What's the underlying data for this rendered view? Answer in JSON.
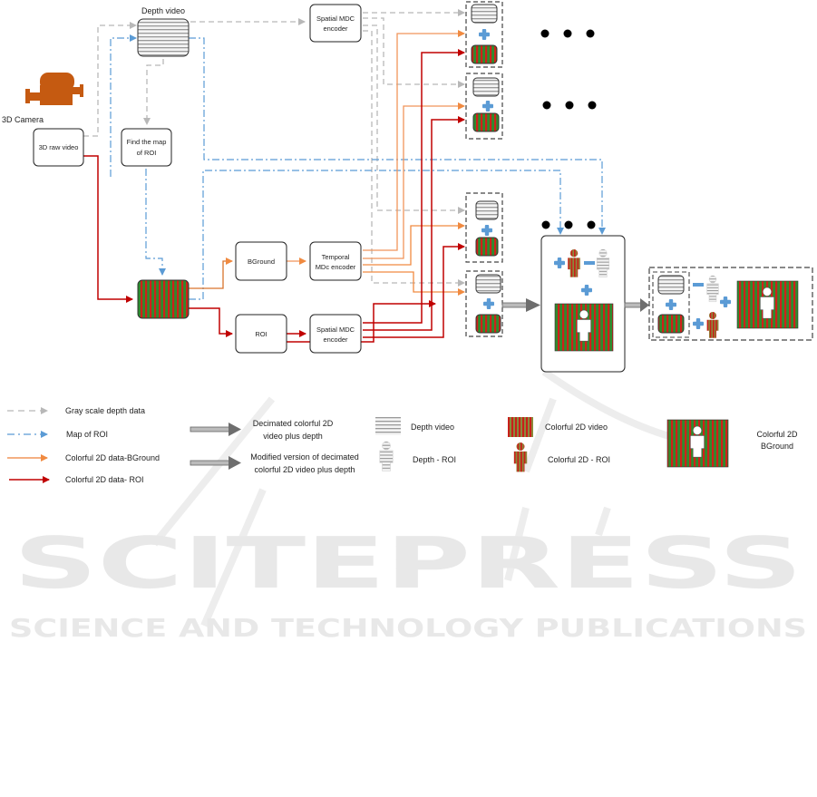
{
  "colors": {
    "gray_depth": "#b8b8b8",
    "roi_map": "#5b9bd5",
    "bground": "#f0955a",
    "bground_dark": "#d9732c",
    "roi": "#c00000",
    "green": "#2e8b2e",
    "red": "#d0201a",
    "plus": "#5b9bd5",
    "camera": "#c55a11",
    "watermark": "#e6e6e6"
  },
  "nodes": {
    "depth_video": "Depth video",
    "camera": "3D Camera",
    "raw_video": "3D raw video",
    "find_map_line1": "Find the map",
    "find_map_line2": "of ROI",
    "spatial_top_line1": "Spatial MDC",
    "spatial_top_line2": "encoder",
    "bground": "BGround",
    "temporal_line1": "Temporal",
    "temporal_line2": "MDc encoder",
    "roi": "ROI",
    "spatial_bottom_line1": "Spatial MDC",
    "spatial_bottom_line2": "encoder"
  },
  "ellipsis_icon": "three-dots",
  "legend": {
    "lines": [
      {
        "label": "Gray scale depth data",
        "style": "dashed-gray"
      },
      {
        "label": "Map of ROI",
        "style": "dashdot-blue"
      },
      {
        "label": "Colorful 2D data-BGround",
        "style": "solid-orange"
      },
      {
        "label": "Colorful 2D data- ROI",
        "style": "solid-red"
      }
    ],
    "arrows": [
      {
        "line1": "Decimated colorful 2D",
        "line2": "video plus depth"
      },
      {
        "line1": "Modified version of decimated",
        "line2": "colorful 2D video plus depth"
      }
    ],
    "icons": [
      {
        "label": "Depth video"
      },
      {
        "label": "Depth - ROI"
      },
      {
        "label": "Colorful 2D video"
      },
      {
        "label": "Colorful 2D - ROI"
      },
      {
        "line1": "Colorful 2D",
        "line2": "BGround"
      }
    ]
  },
  "watermark": {
    "title": "SCITEPRESS",
    "subtitle": "SCIENCE AND TECHNOLOGY PUBLICATIONS"
  }
}
